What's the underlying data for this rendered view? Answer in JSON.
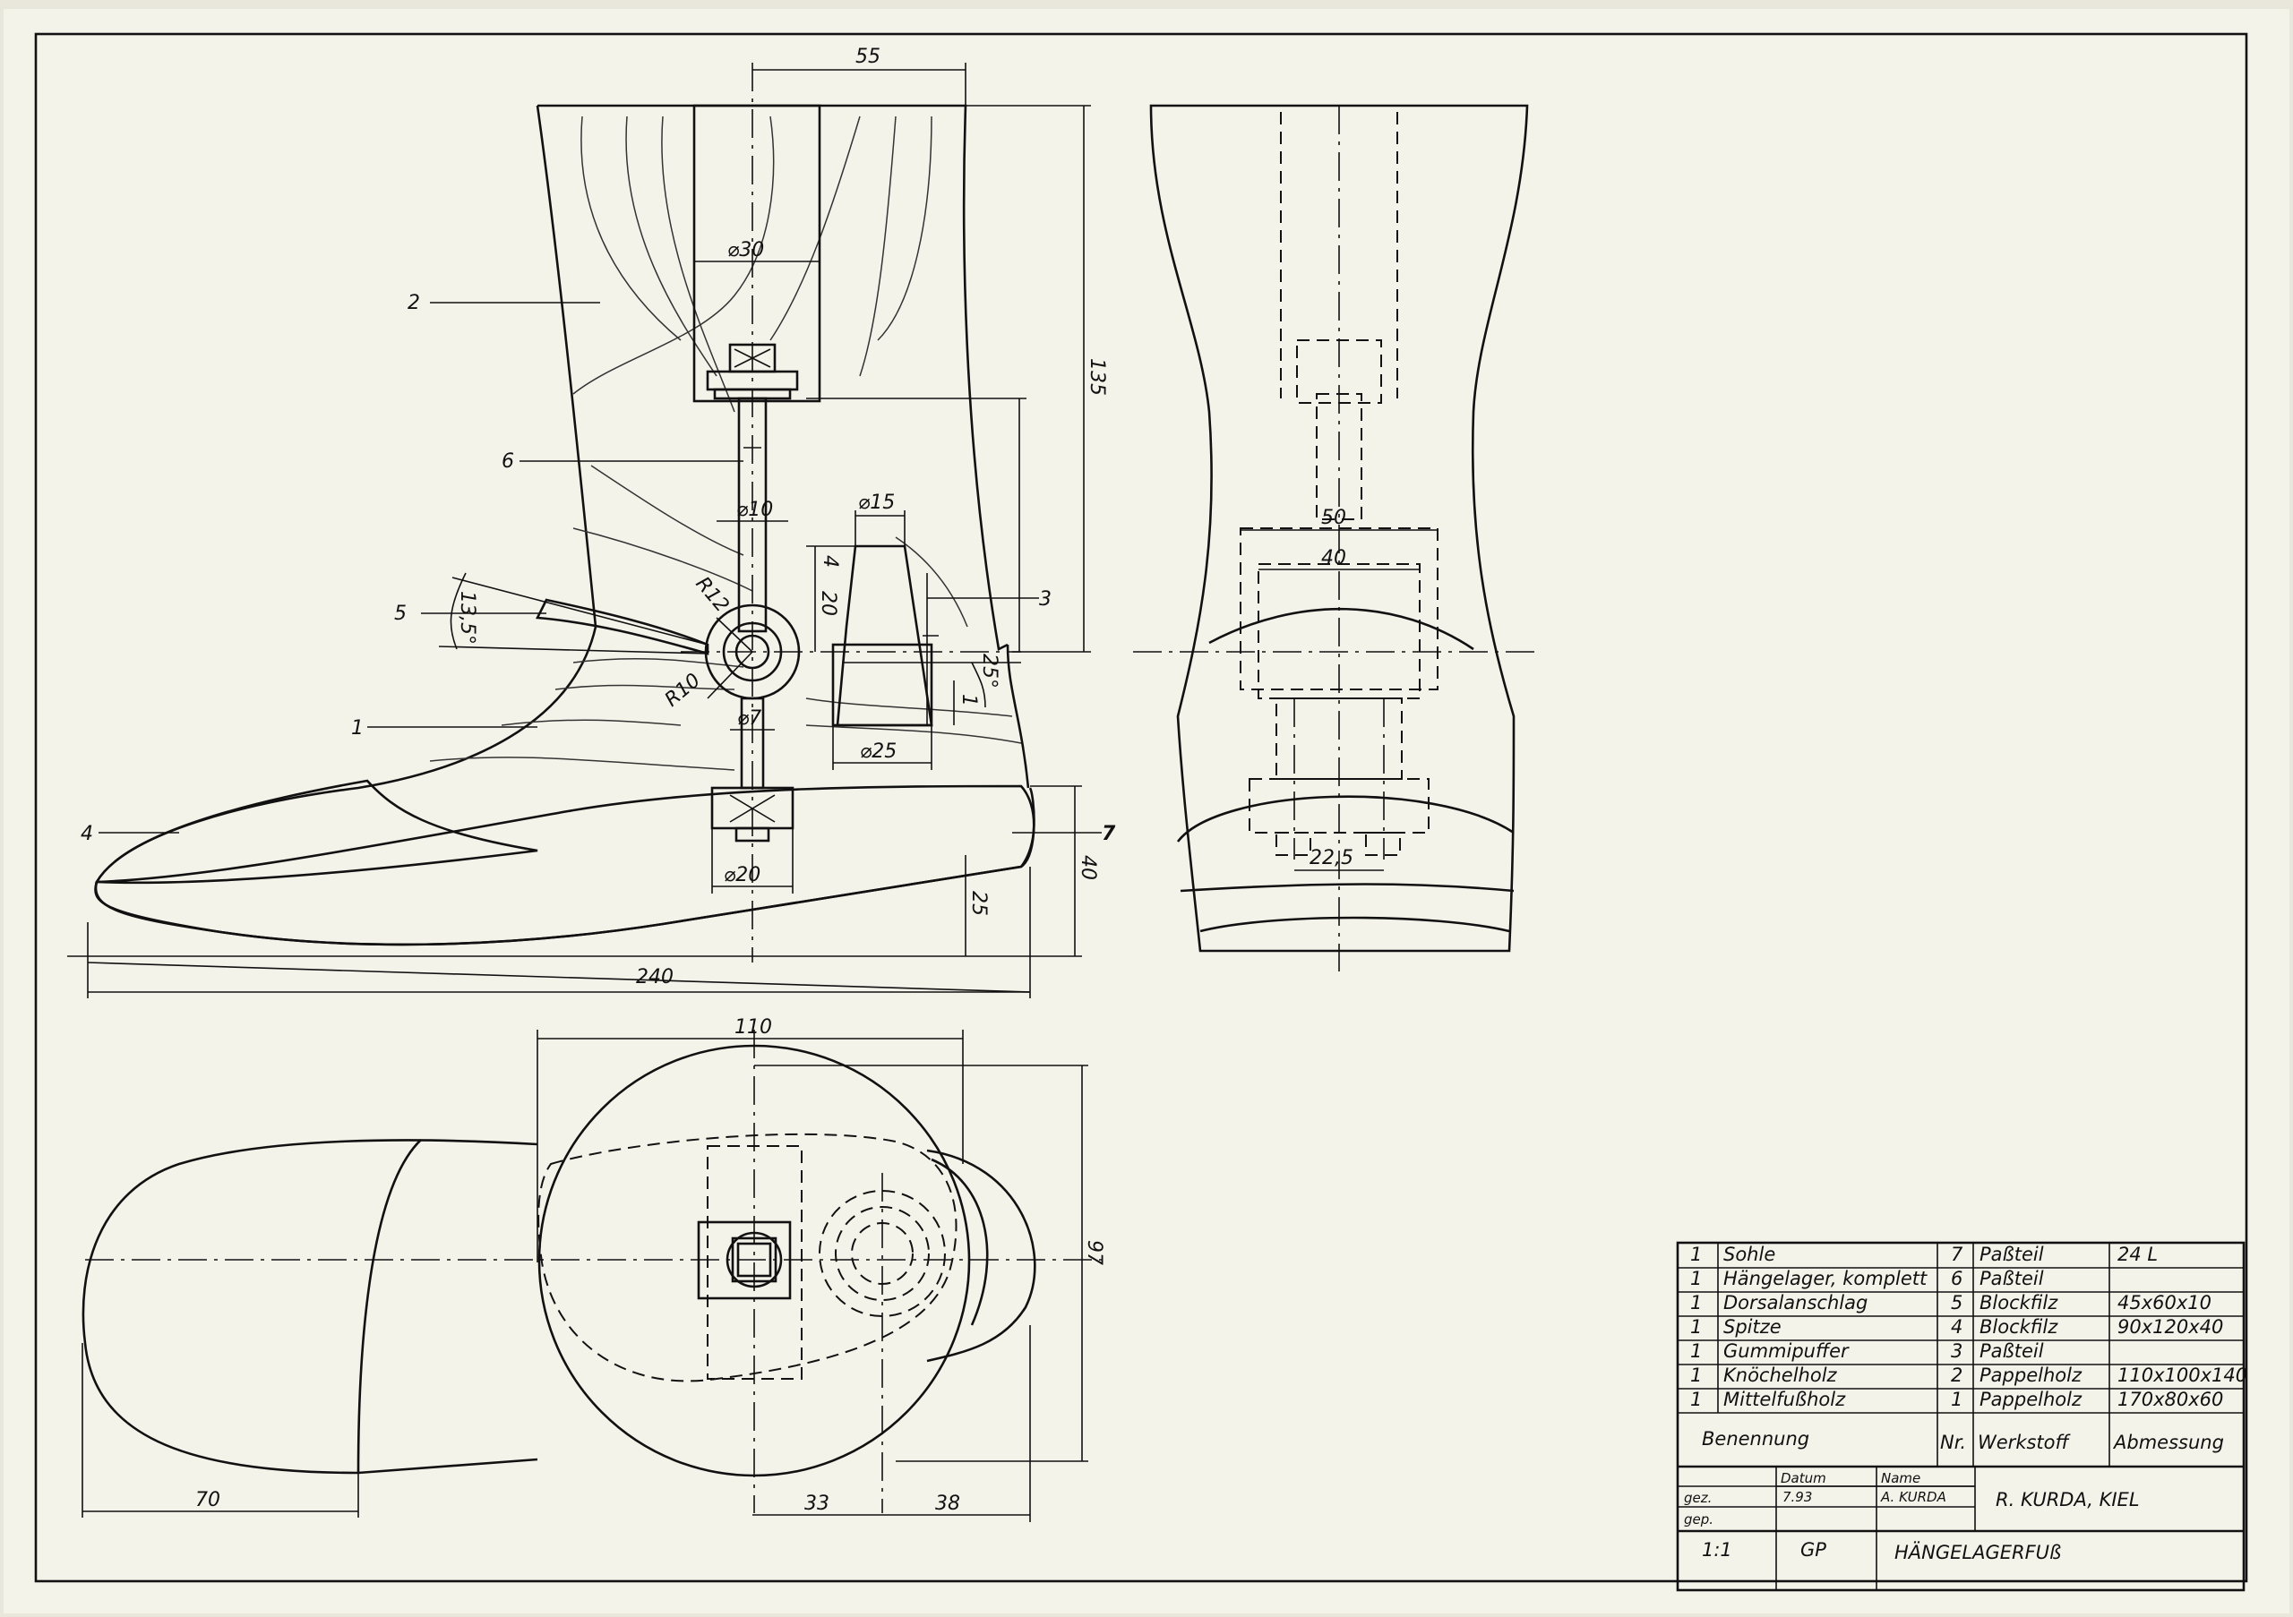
{
  "colors": {
    "paper": "#f4f3ea",
    "ink": "#111111",
    "background": "#e9e7dc"
  },
  "side_view": {
    "part_labels": [
      "1",
      "2",
      "3",
      "4",
      "5",
      "6",
      "7"
    ],
    "dimensions": {
      "top_width": "55",
      "bore_diameter": "⌀30",
      "height": "135",
      "bolt_diameter": "⌀10",
      "bumper_diameter": "⌀15",
      "bumper_offset": "4",
      "bumper_height": "20",
      "radius_upper": "R12",
      "radius_lower": "R10",
      "angle_dorsal": "13,5°",
      "angle_heel": "25°",
      "bumper_gap": "1",
      "bolt_lower_diameter": "⌀7",
      "bumper_base_diameter": "⌀25",
      "nut_diameter": "⌀20",
      "sole_height": "40",
      "heel_height": "25",
      "length": "240"
    }
  },
  "front_view": {
    "dimensions": {
      "outer_width": "50",
      "inner_width": "40",
      "bolt_spacing": "22,5"
    }
  },
  "top_view": {
    "dimensions": {
      "heel_width": "110",
      "foot_width": "97",
      "toe_length": "70",
      "offset_a": "33",
      "offset_b": "38"
    }
  },
  "parts_list": {
    "rows": [
      {
        "qty": "1",
        "name": "Sohle",
        "nr": "7",
        "material": "Paßteil",
        "size": "24 L"
      },
      {
        "qty": "1",
        "name": "Hängelager, komplett",
        "nr": "6",
        "material": "Paßteil",
        "size": ""
      },
      {
        "qty": "1",
        "name": "Dorsalanschlag",
        "nr": "5",
        "material": "Blockfilz",
        "size": "45x60x10"
      },
      {
        "qty": "1",
        "name": "Spitze",
        "nr": "4",
        "material": "Blockfilz",
        "size": "90x120x40"
      },
      {
        "qty": "1",
        "name": "Gummipuffer",
        "nr": "3",
        "material": "Paßteil",
        "size": ""
      },
      {
        "qty": "1",
        "name": "Knöchelholz",
        "nr": "2",
        "material": "Pappelholz",
        "size": "110x100x140"
      },
      {
        "qty": "1",
        "name": "Mittelfußholz",
        "nr": "1",
        "material": "Pappelholz",
        "size": "170x80x60"
      }
    ],
    "headers": {
      "name": "Benennung",
      "nr": "Nr.",
      "material": "Werkstoff",
      "size": "Abmessung"
    }
  },
  "title_block": {
    "date_label": "Datum",
    "name_label": "Name",
    "drawn_label": "gez.",
    "checked_label": "gep.",
    "date": "7.93",
    "name": "A. KURDA",
    "company": "R. KURDA, KIEL",
    "scale": "1:1",
    "code": "GP",
    "title": "HÄNGELAGERFUß"
  }
}
